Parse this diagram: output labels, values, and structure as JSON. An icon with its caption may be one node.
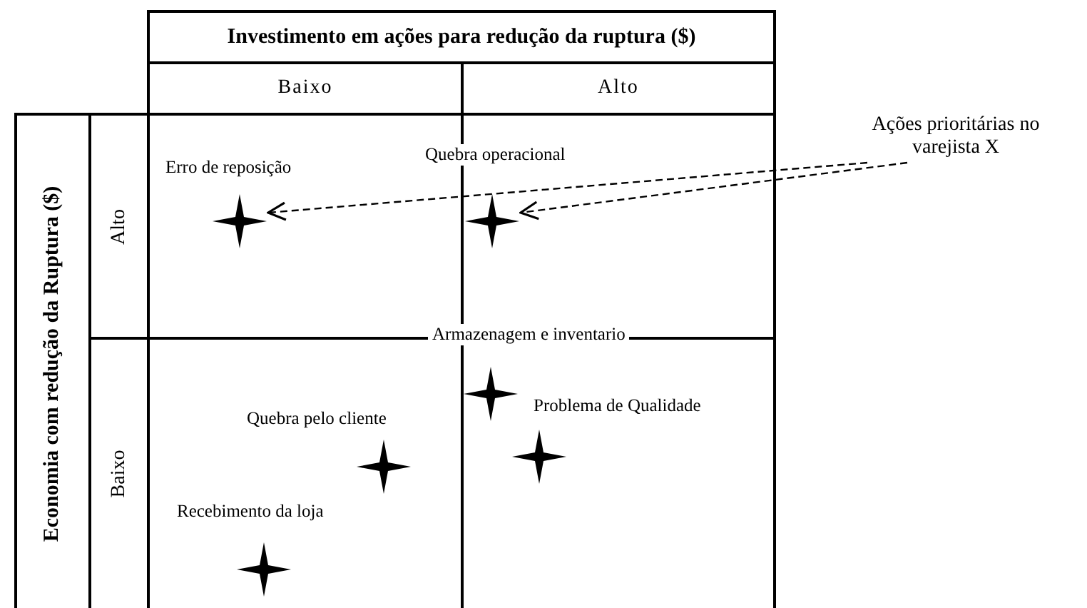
{
  "diagram": {
    "nodes": [
      {
        "text": [
          "Investimento em ações para redução da ruptura  ($)"
        ]
      },
      {
        "text": [
          "Baixo"
        ]
      },
      {
        "text": [
          "Alto"
        ]
      },
      {
        "text": [
          "Economia com redução da Ruptura  ($)"
        ]
      },
      {
        "text": [
          "Alto"
        ]
      },
      {
        "text": [
          "Baixo"
        ]
      },
      {
        "text": [
          "Ações prioritárias no varejista X"
        ]
      },
      {
        "text": [],
        "shape": "star",
        "beside": [
          "Erro de reposição"
        ]
      },
      {
        "text": [],
        "shape": "star",
        "beside": [
          "Quebra operacional"
        ]
      },
      {
        "text": [],
        "shape": "star",
        "beside": [
          "Armazenagem e inventario"
        ]
      },
      {
        "text": [],
        "shape": "star",
        "beside": [
          "Problema de Qualidade"
        ]
      },
      {
        "text": [],
        "shape": "star",
        "beside": [
          "Quebra pelo cliente"
        ]
      },
      {
        "text": [],
        "shape": "star",
        "beside": [
          "Recebimento da loja"
        ]
      }
    ],
    "edges": [
      {
        "from": 6,
        "to": 7,
        "arrow": "to",
        "style": "dashed"
      },
      {
        "from": 6,
        "to": 8,
        "arrow": "to",
        "style": "dashed"
      }
    ]
  }
}
